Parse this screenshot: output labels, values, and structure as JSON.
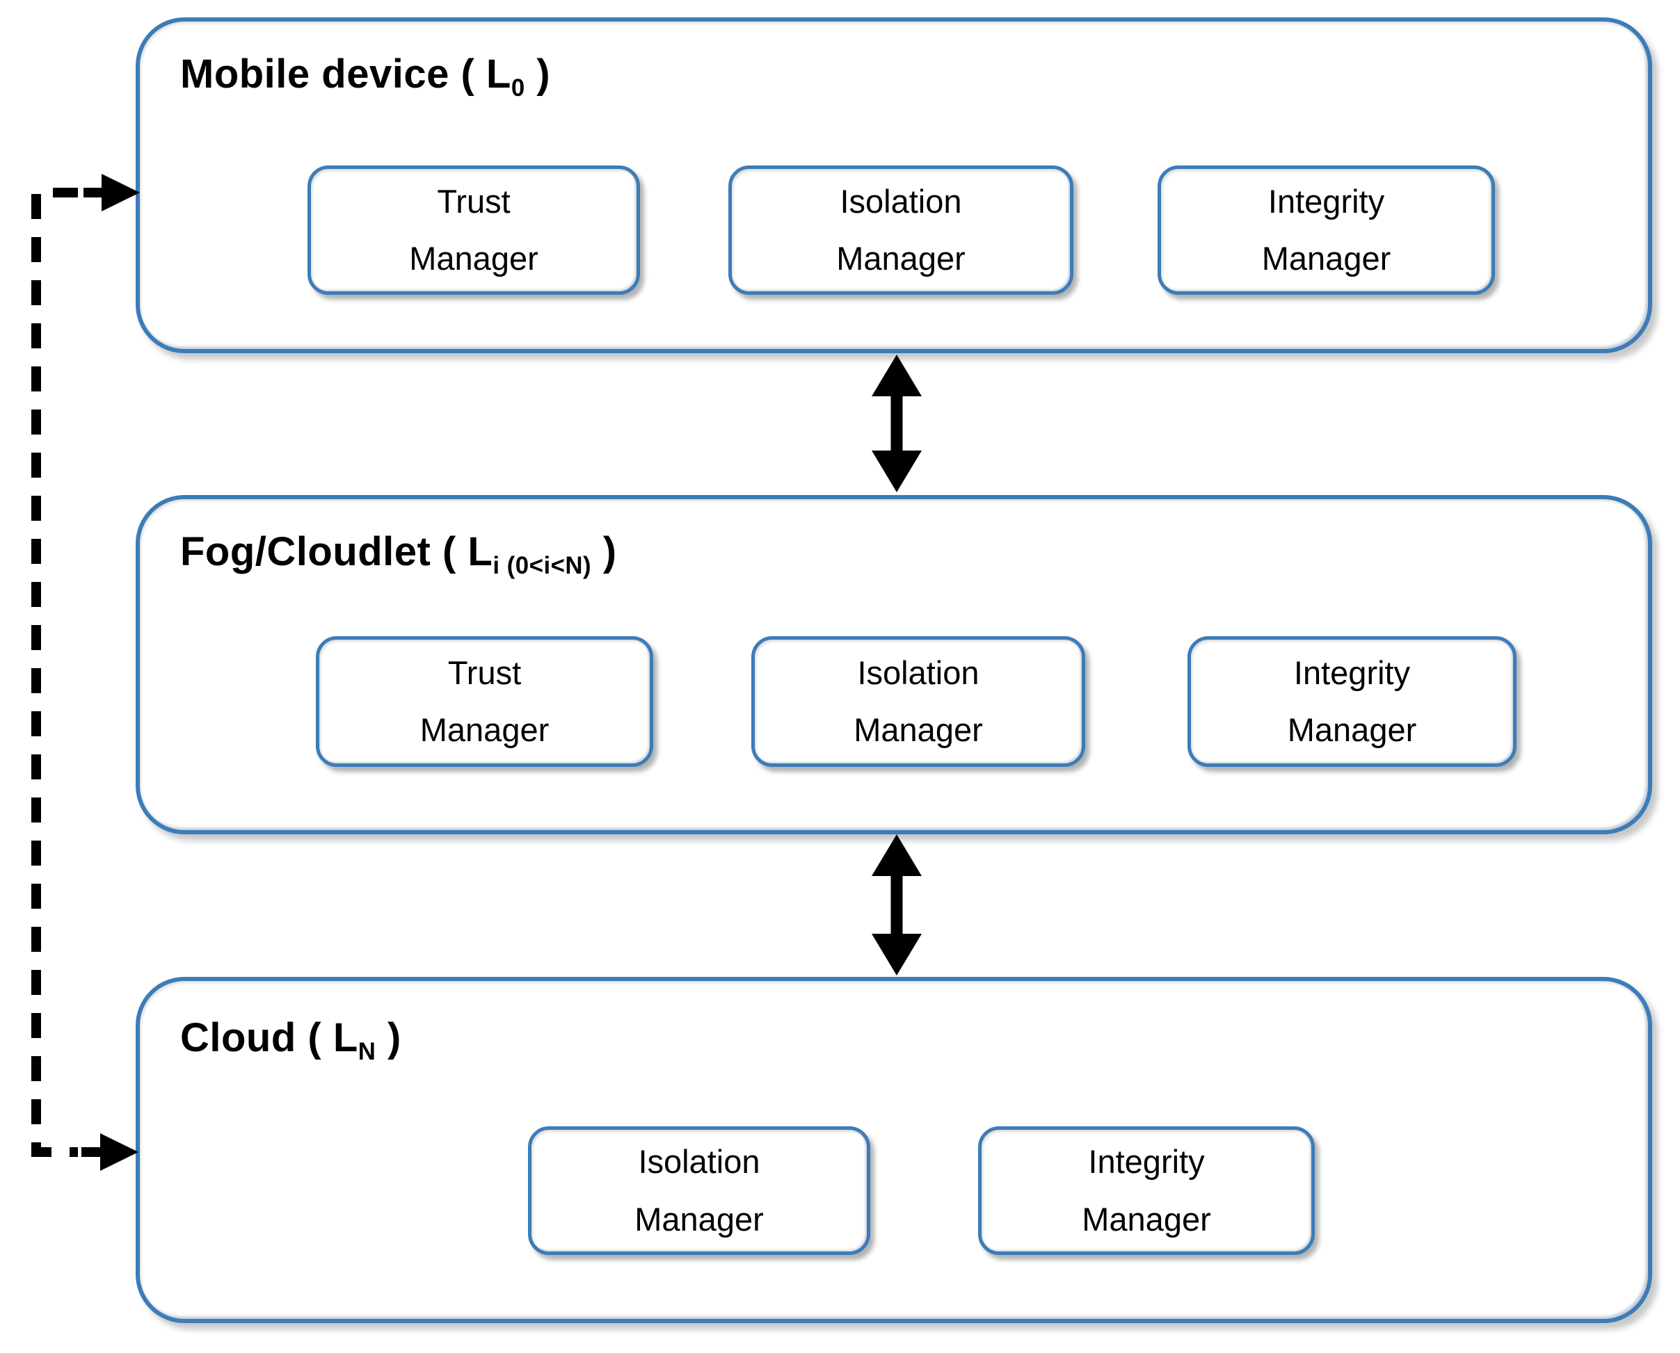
{
  "diagram": {
    "colors": {
      "box_border": "#3c7cb8",
      "connector": "#000000",
      "text": "#000000",
      "background": "#ffffff"
    },
    "layers": [
      {
        "name": "mobile-device",
        "title_pre": "Mobile device ( L",
        "title_sub": "0",
        "title_post": " )",
        "modules": [
          {
            "label": "Trust\nManager"
          },
          {
            "label": "Isolation\nManager"
          },
          {
            "label": "Integrity\nManager"
          }
        ]
      },
      {
        "name": "fog-cloudlet",
        "title_pre": "Fog/Cloudlet ( L",
        "title_sub": "i (0<i<N)",
        "title_post": " )",
        "modules": [
          {
            "label": "Trust\nManager"
          },
          {
            "label": "Isolation\nManager"
          },
          {
            "label": "Integrity\nManager"
          }
        ]
      },
      {
        "name": "cloud",
        "title_pre": "Cloud ( L",
        "title_sub": "N",
        "title_post": " )",
        "modules": [
          {
            "label": "Isolation\nManager"
          },
          {
            "label": "Integrity\nManager"
          }
        ]
      }
    ],
    "connectors": {
      "mobile_fog": "bidirectional-vertical-arrow",
      "fog_cloud": "bidirectional-vertical-arrow",
      "mobile_cloud_bypass": "dashed-elbow-arrow-left-side"
    }
  }
}
